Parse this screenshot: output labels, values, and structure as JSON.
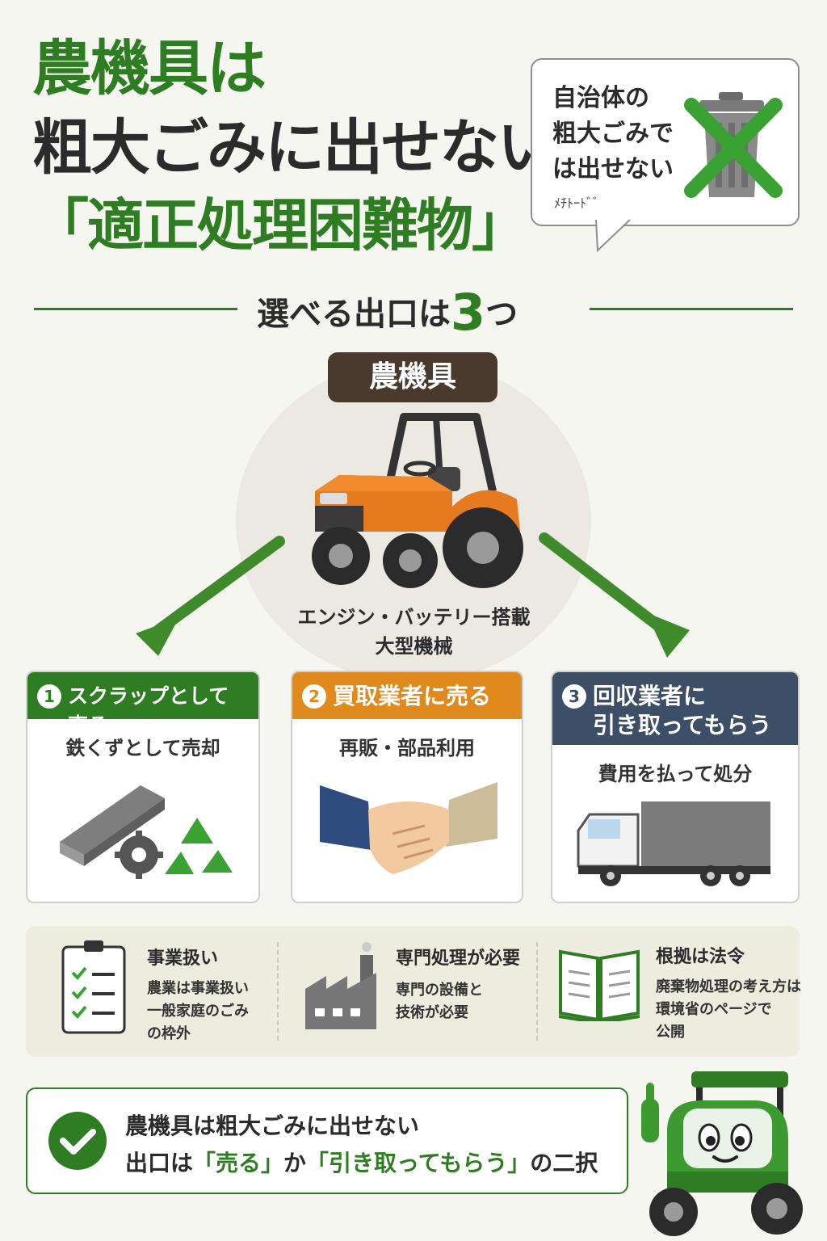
{
  "title": {
    "line1": "農機具は",
    "line2": "粗大ごみに出せない",
    "line3": "「適正処理困難物」"
  },
  "bubble": {
    "lines": [
      "自治体の",
      "粗大ごみで",
      "は出せない"
    ],
    "scribble": "ﾒﾁﾄｰﾄﾞﾞ"
  },
  "section": {
    "prefix": "選べる出口は",
    "count": "3",
    "suffix": "つ"
  },
  "center": {
    "badge": "農機具",
    "caption_line1": "エンジン・バッテリー搭載",
    "caption_line2": "大型機械"
  },
  "options": [
    {
      "num": "1",
      "title_line1": "スクラップとして売る",
      "title_line2": "",
      "subtitle": "鉄くずとして売却",
      "color": "#2e7d23"
    },
    {
      "num": "2",
      "title_line1": "買取業者に売る",
      "title_line2": "",
      "subtitle": "再販・部品利用",
      "color": "#e08a1e"
    },
    {
      "num": "3",
      "title_line1": "回収業者に",
      "title_line2": "引き取ってもらう",
      "subtitle": "費用を払って処分",
      "color": "#3d4f66"
    }
  ],
  "info": [
    {
      "title": "事業扱い",
      "body": [
        "農業は事業扱い",
        "一般家庭のごみ",
        "の枠外"
      ],
      "icon": "clipboard-icon"
    },
    {
      "title": "専門処理が必要",
      "body": [
        "専門の設備と",
        "技術が必要"
      ],
      "icon": "factory-icon"
    },
    {
      "title": "根拠は法令",
      "body": [
        "廃棄物処理の考え方は",
        "環境省のページで",
        "公開"
      ],
      "icon": "book-icon"
    }
  ],
  "conclusion": {
    "line1": "農機具は粗大ごみに出せない",
    "line2_prefix": "出口は",
    "opt1": "「売る」",
    "mid": "か",
    "opt2": "「引き取ってもらう」",
    "line2_suffix": "の二択"
  },
  "colors": {
    "accent_green": "#2e7d23",
    "orange": "#e08a1e",
    "navy": "#3d4f66",
    "brown": "#4a3a2e"
  }
}
